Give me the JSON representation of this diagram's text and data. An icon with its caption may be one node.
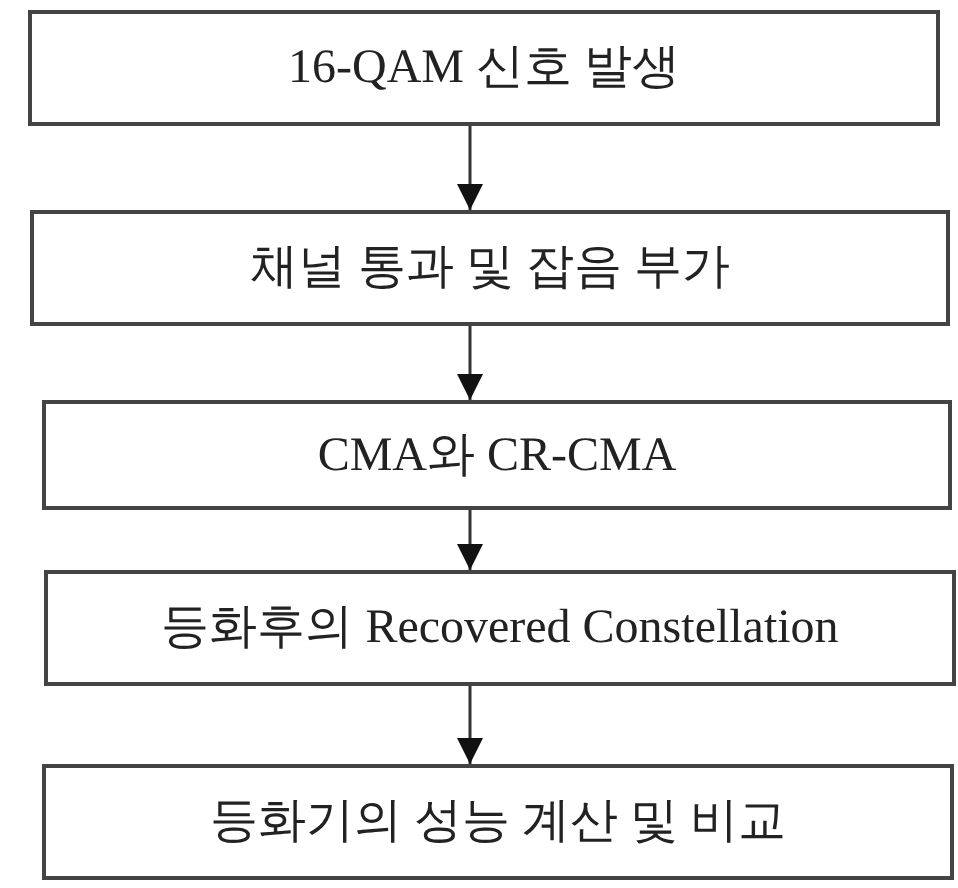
{
  "diagram": {
    "nodes": [
      {
        "text": [
          "16-QAM 신호 발생"
        ]
      },
      {
        "text": [
          "채널 통과 및 잡음 부가"
        ]
      },
      {
        "text": [
          "CMA와 CR-CMA"
        ]
      },
      {
        "text": [
          "등화후의 Recovered Constellation"
        ]
      },
      {
        "text": [
          "등화기의 성능 계산 및 비교"
        ]
      }
    ],
    "edges": [
      {
        "from": 0,
        "to": 1,
        "arrow": "to"
      },
      {
        "from": 1,
        "to": 2,
        "arrow": "to"
      },
      {
        "from": 2,
        "to": 3,
        "arrow": "to"
      },
      {
        "from": 3,
        "to": 4,
        "arrow": "to"
      }
    ]
  }
}
